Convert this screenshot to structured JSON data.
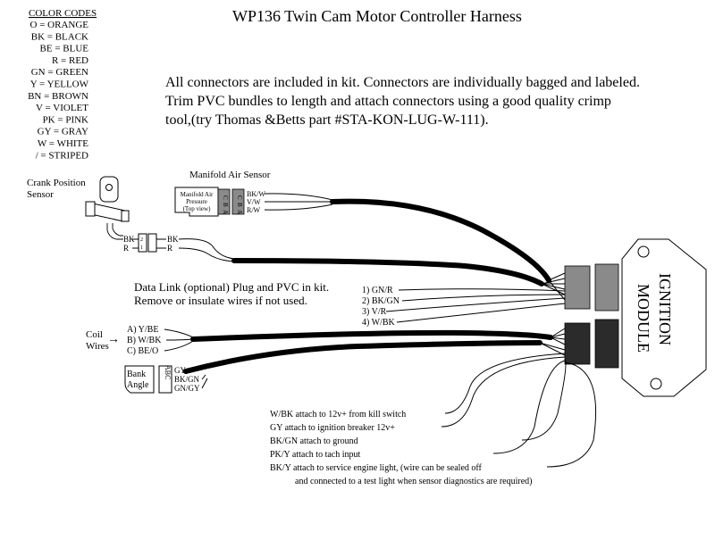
{
  "title": "WP136   Twin Cam Motor Controller Harness",
  "color_codes": {
    "heading": "COLOR CODES",
    "items": [
      "O = ORANGE",
      "BK = BLACK",
      "BE = BLUE",
      "R = RED",
      "GN = GREEN",
      "Y = YELLOW",
      "BN = BROWN",
      "V = VIOLET",
      "PK = PINK",
      "GY = GRAY",
      "W = WHITE",
      "/ = STRIPED"
    ]
  },
  "intro": {
    "lines": [
      "All connectors are included in kit.  Connectors are individually bagged and labeled.",
      "Trim PVC bundles to length and attach connectors using a good quality crimp",
      "tool,(try Thomas &Betts part #STA-KON-LUG-W-111)."
    ]
  },
  "crank_sensor": {
    "label_1": "Crank Position",
    "label_2": "Sensor",
    "conn_pins": [
      "2",
      "1"
    ],
    "wires_left": [
      "BK",
      "R"
    ],
    "wires_right": [
      "BK",
      "R"
    ]
  },
  "manifold_sensor": {
    "label": "Manifold Air Sensor",
    "box_lines": [
      "Manifold Air",
      "Pressure",
      "(Top view)"
    ],
    "pin_letters": [
      "C",
      "B",
      "A"
    ],
    "wires": [
      "BK/W",
      "V/W",
      "R/W"
    ]
  },
  "data_link": {
    "line_1": "Data Link (optional) Plug and PVC in kit.",
    "line_2": "Remove or insulate wires if not used.",
    "wires": [
      "1) GN/R",
      "2) BK/GN",
      "3) V/R",
      "4) W/BK"
    ]
  },
  "coil": {
    "label_1": "Coil",
    "label_2": "Wires",
    "arrow": "→",
    "wires": [
      "A) Y/BE",
      "B) W/BK",
      "C) BE/O"
    ]
  },
  "bank_angle": {
    "label_1": "Bank",
    "label_2": "Angle",
    "pin_letters": "ABC",
    "wires": [
      "GY",
      "BK/GN",
      "GN/GY"
    ]
  },
  "ignition_module": {
    "line_1": "IGNITION",
    "line_2": "MODULE"
  },
  "notes": [
    "W/BK attach to 12v+ from kill switch",
    "GY attach to ignition breaker 12v+",
    "BK/GN  attach to ground",
    "PK/Y attach to tach input",
    "BK/Y  attach to service engine light, (wire can be sealed off",
    "and connected to a test light when sensor diagnostics are required)"
  ]
}
